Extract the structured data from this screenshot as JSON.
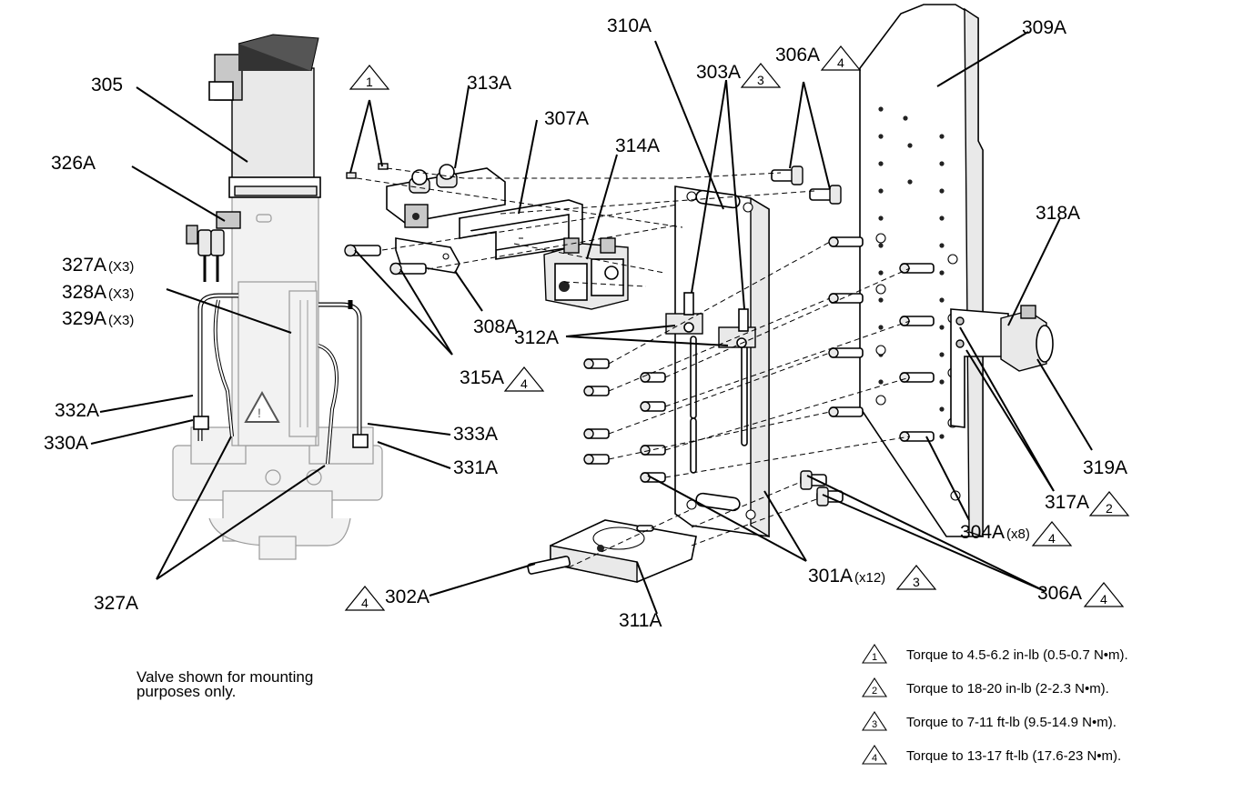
{
  "callouts": {
    "c305": "305",
    "c326A": "326A",
    "c327A_x3": "327A",
    "c328A_x3": "328A",
    "c329A_x3": "329A",
    "x3": "(X3)",
    "c332A": "332A",
    "c330A": "330A",
    "c333A": "333A",
    "c331A": "331A",
    "c327A": "327A",
    "c313A": "313A",
    "c307A": "307A",
    "c314A": "314A",
    "c308A": "308A",
    "c315A": "315A",
    "c312A": "312A",
    "c310A": "310A",
    "c303A": "303A",
    "c306A_top": "306A",
    "c309A": "309A",
    "c318A": "318A",
    "c319A": "319A",
    "c317A": "317A",
    "c304A": "304A",
    "x8": "(x8)",
    "c301A": "301A",
    "x12": "(x12)",
    "c306A_bottom": "306A",
    "c302A": "302A",
    "c311A": "311A"
  },
  "torque_marks": {
    "m1": "1",
    "m2": "2",
    "m3": "3",
    "m4": "4"
  },
  "note": {
    "line1": "Valve shown for mounting",
    "line2": "purposes only."
  },
  "legend": [
    {
      "mark": "1",
      "text": "Torque to 4.5-6.2 in-lb (0.5-0.7 N•m)."
    },
    {
      "mark": "2",
      "text": "Torque to 18-20 in-lb (2-2.3 N•m)."
    },
    {
      "mark": "3",
      "text": "Torque to 7-11 ft-lb (9.5-14.9 N•m)."
    },
    {
      "mark": "4",
      "text": "Torque to 13-17 ft-lb (17.6-23 N•m)."
    }
  ]
}
